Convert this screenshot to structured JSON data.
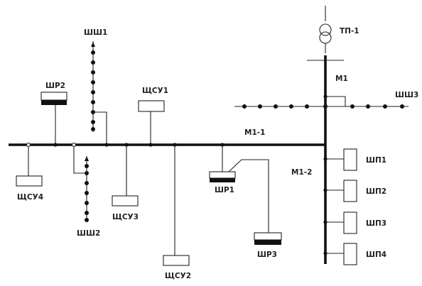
{
  "labels": {
    "tp1": "ТП-1",
    "m1": "М1",
    "m1_1": "М1-1",
    "m1_2": "М1-2",
    "shsh1": "ШШ1",
    "shsh2": "ШШ2",
    "shsh3": "ШШ3",
    "shr1": "ШР1",
    "shr2": "ШР2",
    "shr3": "ШР3",
    "shsu1": "ЩСУ1",
    "shsu2": "ЩСУ2",
    "shsu3": "ЩСУ3",
    "shsu4": "ЩСУ4",
    "shp1": "ШП1",
    "shp2": "ШП2",
    "shp3": "ШП3",
    "shp4": "ШП4"
  },
  "colors": {
    "line": "#111111",
    "background": "#ffffff"
  }
}
